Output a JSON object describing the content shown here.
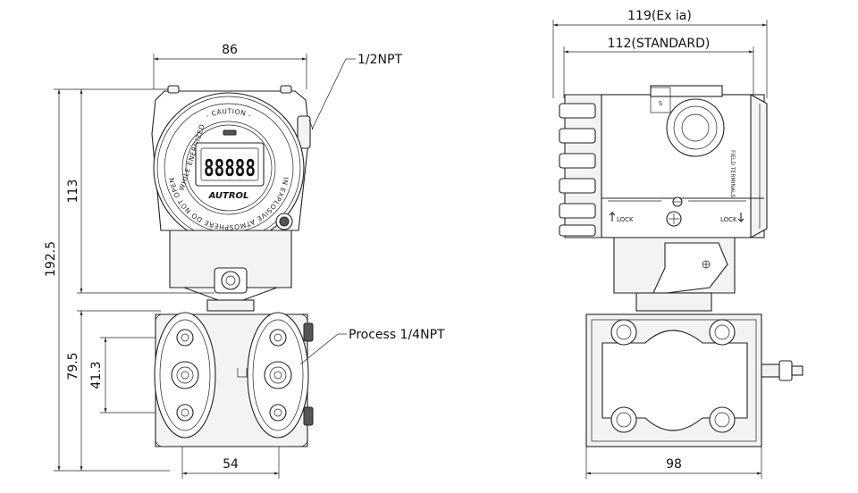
{
  "front_view": {
    "dim_width": "86",
    "dim_height_housing": "113",
    "dim_height_total": "192.5",
    "dim_flange_height": "79.5",
    "dim_bolt_spacing": "41.3",
    "dim_process_spacing": "54",
    "callout_conduit": "1/2NPT",
    "callout_process": "Process 1/4NPT",
    "display_digits": "88888",
    "ring_text_top": "- CAUTION -",
    "ring_text_right": "IN EXPLOSIVE ATMOSPHERE DO NOT OPEN",
    "ring_text_left": "WHILE ENERGIZED",
    "brand": "AUTROL"
  },
  "side_view": {
    "dim_width_ex": "119(Ex ia)",
    "dim_width_standard": "112(STANDARD)",
    "dim_base_width": "98",
    "label_s": "S",
    "label_lock_left": "LOCK",
    "label_lock_right": "LOCK",
    "label_field_terminals": "FIELD TERMINALS"
  }
}
